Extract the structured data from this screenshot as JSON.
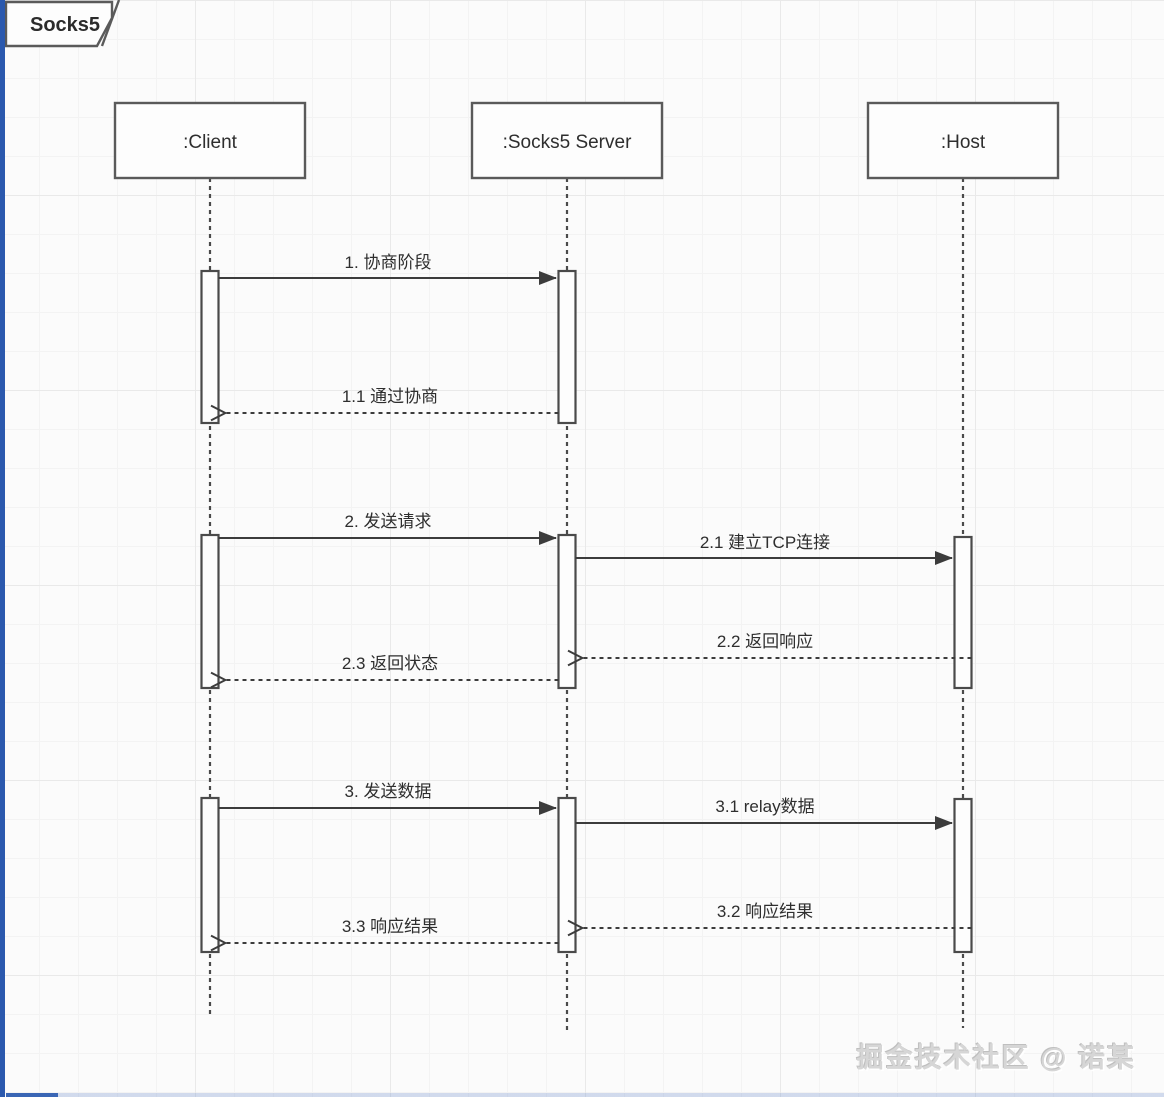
{
  "frame": {
    "title": "Socks5"
  },
  "participants": [
    {
      "id": "client",
      "label": ":Client"
    },
    {
      "id": "server",
      "label": ":Socks5 Server"
    },
    {
      "id": "host",
      "label": ":Host"
    }
  ],
  "messages": [
    {
      "id": "1",
      "label": "1. 协商阶段",
      "from": "client",
      "to": "server",
      "style": "solid"
    },
    {
      "id": "1.1",
      "label": "1.1 通过协商",
      "from": "server",
      "to": "client",
      "style": "dashed"
    },
    {
      "id": "2",
      "label": "2. 发送请求",
      "from": "client",
      "to": "server",
      "style": "solid"
    },
    {
      "id": "2.1",
      "label": "2.1 建立TCP连接",
      "from": "server",
      "to": "host",
      "style": "solid"
    },
    {
      "id": "2.2",
      "label": "2.2 返回响应",
      "from": "host",
      "to": "server",
      "style": "dashed"
    },
    {
      "id": "2.3",
      "label": "2.3 返回状态",
      "from": "server",
      "to": "client",
      "style": "dashed"
    },
    {
      "id": "3",
      "label": "3. 发送数据",
      "from": "client",
      "to": "server",
      "style": "solid"
    },
    {
      "id": "3.1",
      "label": "3.1 relay数据",
      "from": "server",
      "to": "host",
      "style": "solid"
    },
    {
      "id": "3.2",
      "label": "3.2 响应结果",
      "from": "host",
      "to": "server",
      "style": "dashed"
    },
    {
      "id": "3.3",
      "label": "3.3 响应结果",
      "from": "server",
      "to": "client",
      "style": "dashed"
    }
  ],
  "watermark": {
    "text": "掘金技术社区 @ 诺某"
  },
  "colors": {
    "accent_bar": "#2b59ae",
    "shape_stroke": "#5a5a5a",
    "message_line": "#3c3c3c",
    "shape_fill": "#fdfdfd"
  }
}
